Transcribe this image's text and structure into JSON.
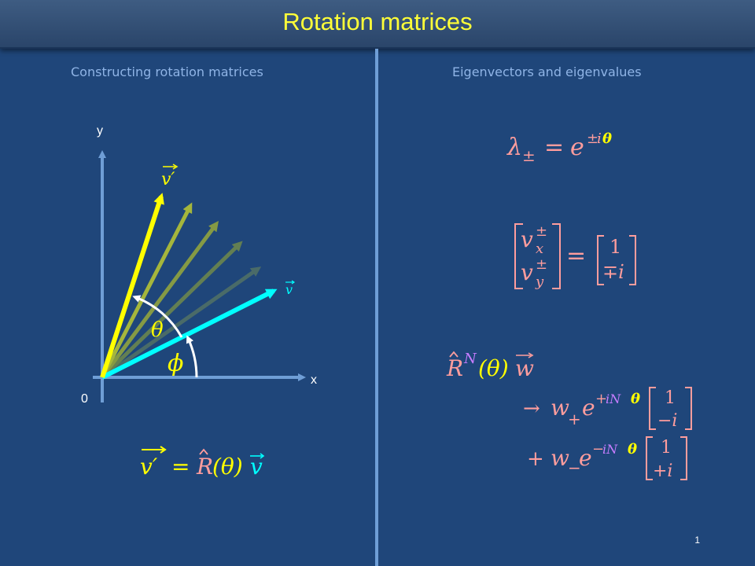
{
  "header": {
    "title": "Rotation matrices"
  },
  "left_section": {
    "label": "Constructing rotation matrices",
    "axis_x_label": "x",
    "axis_y_label": "y",
    "origin_label": "0",
    "vector_v_prime_label": "v′",
    "vector_v_label": "v",
    "angle_theta_label": "θ",
    "angle_phi_label": "ϕ",
    "equation": {
      "lhs": "v′",
      "eq": "=",
      "R": "R",
      "paren_theta": "(θ)",
      "v": "v"
    }
  },
  "right_section": {
    "label": "Eigenvectors and eigenvalues",
    "eigenvalue_eq": {
      "lambda": "λ",
      "sub": "±",
      "eq": "=",
      "e": "e",
      "exp_pm": "±",
      "exp_i": "i",
      "exp_theta": "θ"
    },
    "eigenvector_eq": {
      "vx": "v",
      "vx_sup": "±",
      "vx_sub": "x",
      "vy": "v",
      "vy_sup": "±",
      "vy_sub": "y",
      "eq": "=",
      "top": "1",
      "bottom": "∓i"
    },
    "rn_expr": {
      "R": "R",
      "N": "N",
      "paren_theta": "(θ)",
      "w": "w"
    },
    "line2": {
      "arrow": "→",
      "w": "w",
      "sub": "+",
      "e": "e",
      "exp_sign": "+",
      "exp_iN": "iN",
      "exp_theta": "θ",
      "top": "1",
      "bottom": "−i"
    },
    "line3": {
      "plus": "+",
      "w": "w",
      "sub": "−",
      "e": "e",
      "exp_sign": "−",
      "exp_iN": "iN",
      "exp_theta": "θ",
      "top": "1",
      "bottom": "+i"
    }
  },
  "colors": {
    "background": "#1f467a",
    "title": "#ffff38",
    "v_prime": "#ffff00",
    "v": "#00ffff",
    "R_operator": "#ff9d9d",
    "N_exponent": "#c77dff",
    "label_blue": "#8fb4e6"
  },
  "page_number": "1"
}
